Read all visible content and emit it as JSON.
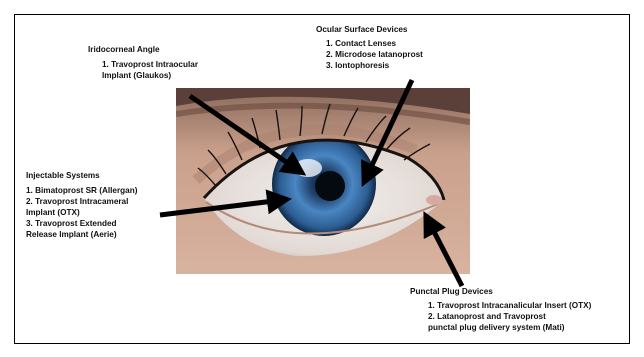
{
  "groups": {
    "iridocorneal": {
      "title": "Iridocorneal Angle",
      "items": [
        "1.  Travoprost Intraocular",
        "Implant (Glaukos)"
      ]
    },
    "ocular_surface": {
      "title": "Ocular Surface Devices",
      "items": [
        "1.  Contact Lenses",
        "2.  Microdose latanoprost",
        "3.  Iontophoresis"
      ]
    },
    "injectable": {
      "title": "Injectable Systems",
      "items": [
        "1.  Bimatoprost SR (Allergan)",
        "2.  Travoprost Intracameral",
        "Implant (OTX)",
        "3.  Travoprost Extended",
        "Release Implant (Aerie)"
      ]
    },
    "punctal": {
      "title": "Punctal Plug Devices",
      "items": [
        "1.  Travoprost Intracanalicular Insert (OTX)",
        "2.  Latanoprost and Travoprost",
        "punctal plug delivery system (Mati)"
      ]
    }
  },
  "colors": {
    "arrow": "#000000",
    "iris": "#3f74b0",
    "skin": "#c99e88"
  }
}
